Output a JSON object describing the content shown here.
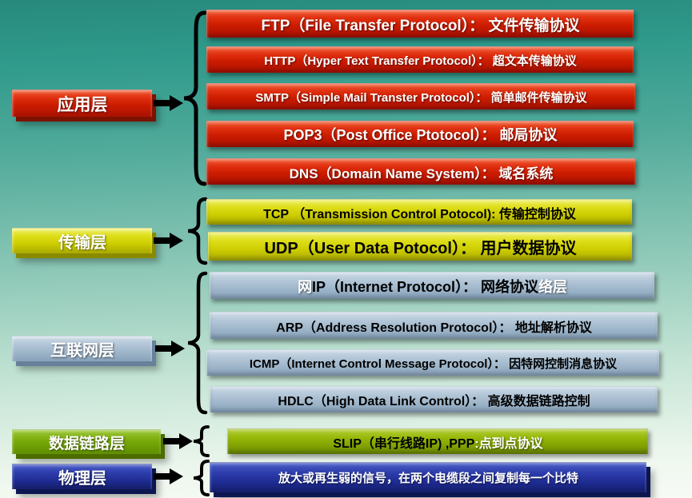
{
  "labels": {
    "application": "应用层",
    "transport": "传输层",
    "internet": "互联网层",
    "datalink": "数据链路层",
    "physical": "物理层"
  },
  "protocols": {
    "ftp": "FTP（File Transfer Protocol）： 文件传输协议",
    "http": "HTTP（Hyper Text Transfer Protocol）： 超文本传输协议",
    "smtp": "SMTP（Simple Mail Transter Protocol）： 简单邮件传输协议",
    "pop3": "POP3（Post Office Ptotocol）： 邮局协议",
    "dns": "DNS（Domain Name System）： 域名系统",
    "tcp": "TCP （Transmission Control Potocol): 传输控制协议",
    "udp": "UDP（User Data Potocol）： 用户数据协议",
    "ip_overlap_left": "网",
    "ip": "IP（Internet Protocol）： 网络协议",
    "ip_overlap_right": "络层",
    "arp": "ARP（Address Resolution Protocol）： 地址解析协议",
    "icmp": "ICMP（Internet Control Message Protocol）： 因特网控制消息协议",
    "hdlc": "HDLC（High Data Link Control）： 高级数据链路控制",
    "slip": "SLIP（串行线路IP) ,PPP",
    "slip_suffix": " :点到点协议",
    "physical_desc": "放大或再生弱的信号，在两个电缆段之间复制每一个比特"
  },
  "colors": {
    "application_red": "#d42300",
    "transport_yellow": "#d6d600",
    "internet_bluegray": "#a7bcd2",
    "datalink_green": "#78aa08",
    "slip_olive": "#8fb300",
    "physical_navy": "#202f9b",
    "connector_black": "#000000",
    "background_top": "#2e9a8c",
    "background_bottom": "#f4fbf4"
  }
}
